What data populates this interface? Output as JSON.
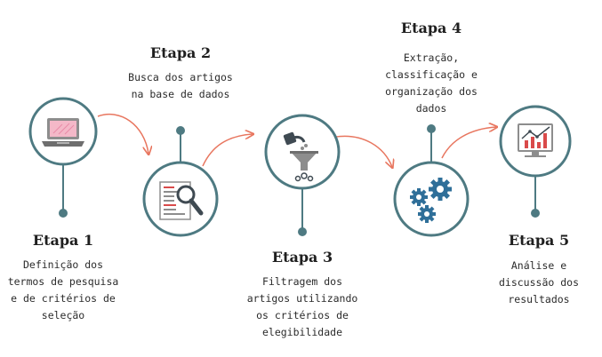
{
  "colors": {
    "ring": "#4e7a82",
    "ring_fill": "#ffffff",
    "arrow": "#e8765f",
    "accent_red": "#d94a4a",
    "icon_gray": "#8d8d8d",
    "icon_dark": "#3f4a52",
    "gear": "#2f6f99"
  },
  "steps": [
    {
      "title": "Etapa 1",
      "icon": "laptop-icon",
      "lines": [
        "Definição dos",
        "termos de pesquisa",
        "e de critérios de",
        "seleção"
      ]
    },
    {
      "title": "Etapa 2",
      "icon": "document-search-icon",
      "lines": [
        "Busca dos artigos",
        "na base de dados"
      ]
    },
    {
      "title": "Etapa 3",
      "icon": "funnel-filter-icon",
      "lines": [
        "Filtragem dos",
        "artigos utilizando",
        "os critérios de",
        "elegibilidade"
      ]
    },
    {
      "title": "Etapa 4",
      "icon": "gears-icon",
      "lines": [
        "Extração,",
        "classificação e",
        "organização dos",
        "dados"
      ]
    },
    {
      "title": "Etapa 5",
      "icon": "chart-monitor-icon",
      "lines": [
        "Análise e",
        "discussão dos",
        "resultados"
      ]
    }
  ]
}
